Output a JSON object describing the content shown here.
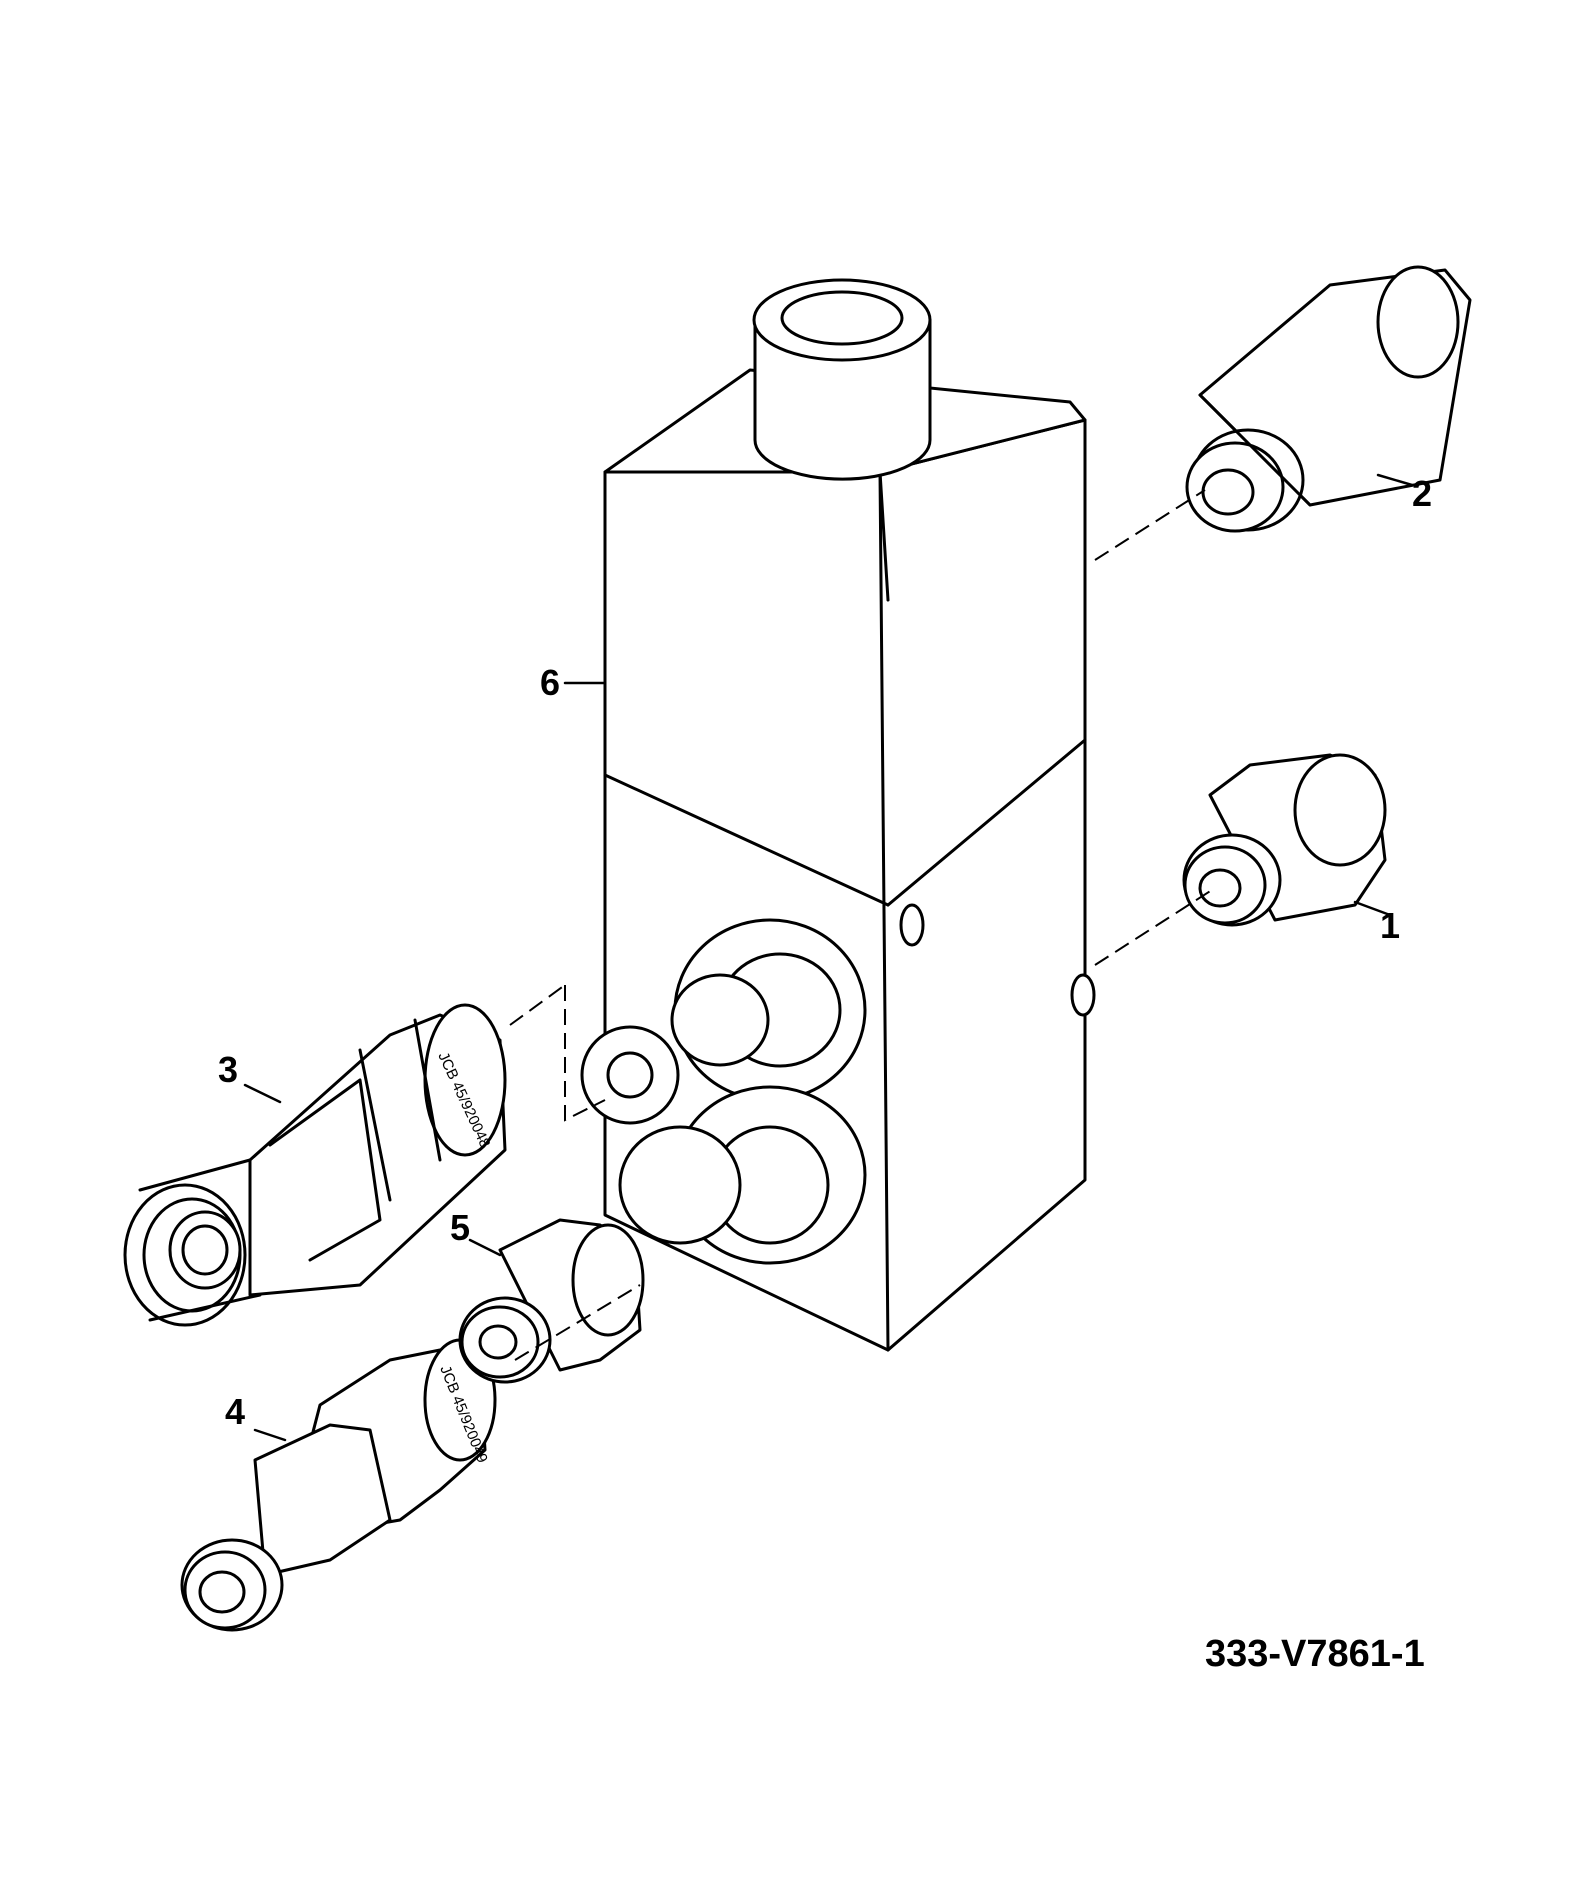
{
  "callouts": {
    "part_1": "1",
    "part_2": "2",
    "part_3": "3",
    "part_4": "4",
    "part_5": "5",
    "part_6": "6"
  },
  "engravings": {
    "coupler_3": "JCB 45/920048",
    "coupler_4": "JCB 45/920049"
  },
  "drawing_number": "333-V7861-1",
  "colors": {
    "line": "#000000",
    "background": "#ffffff"
  }
}
